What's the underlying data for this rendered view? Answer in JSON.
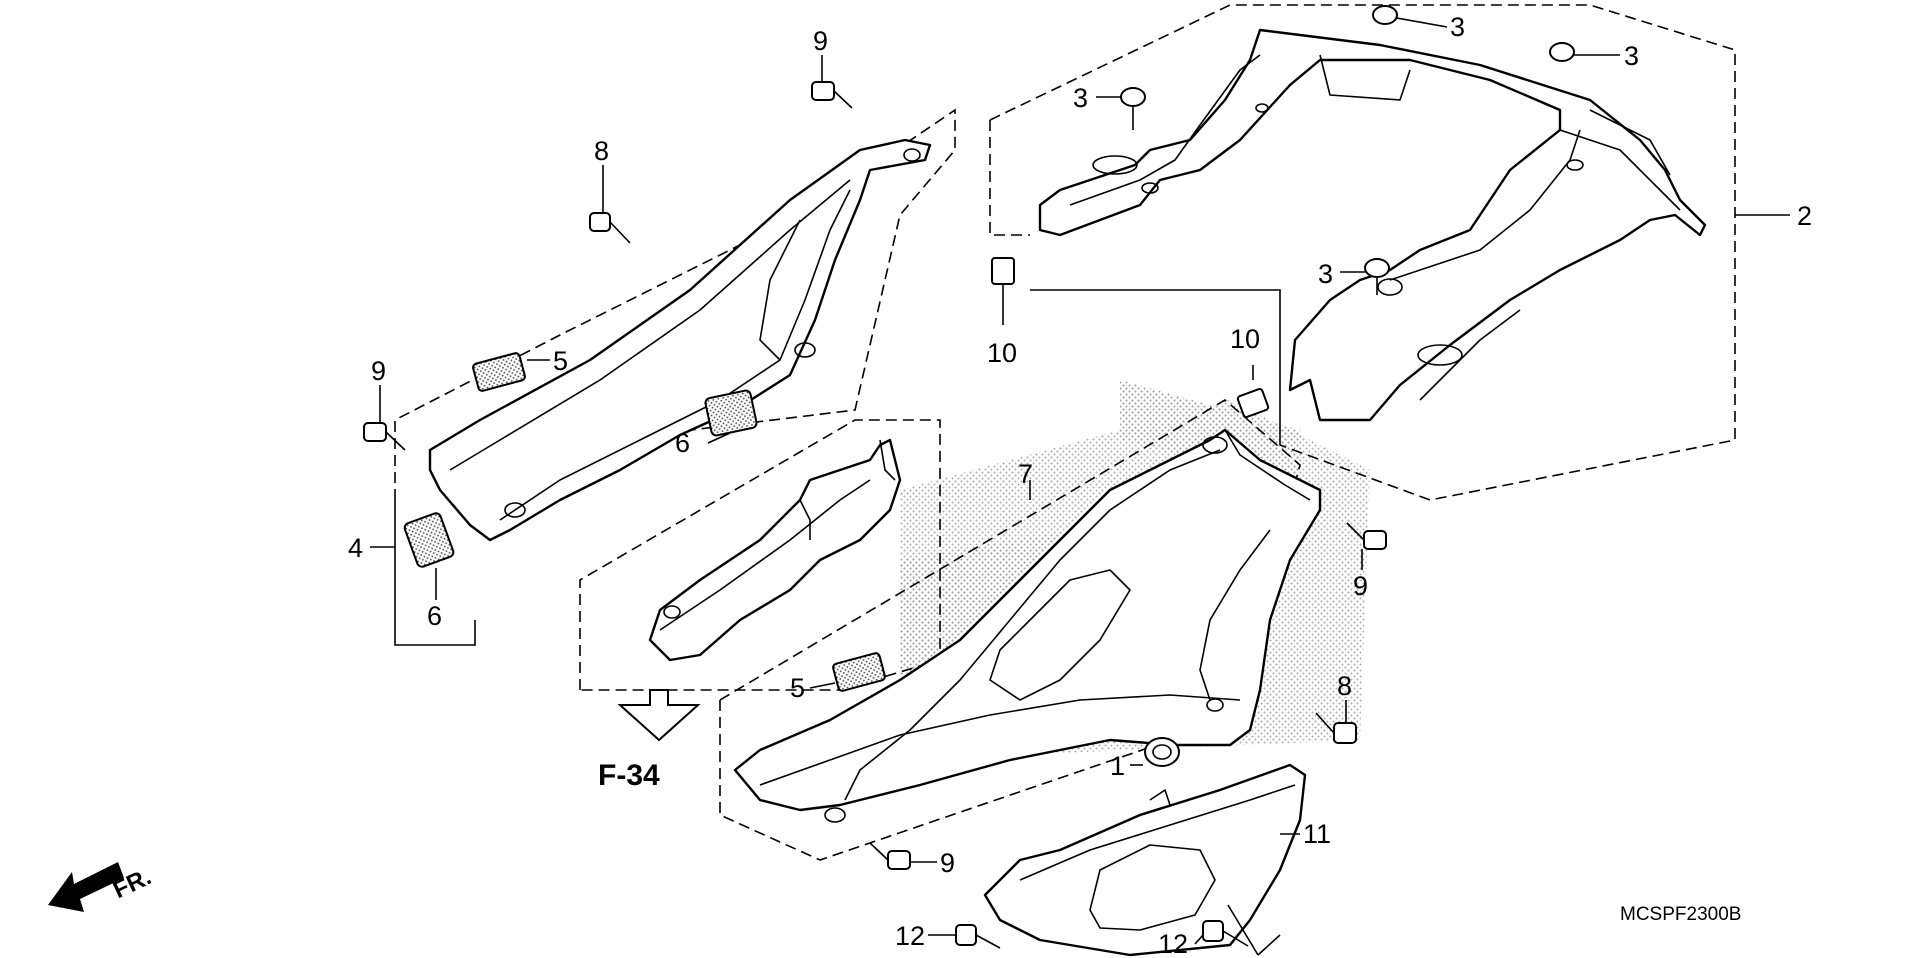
{
  "diagram": {
    "drawing_code": "MCSPF2300B",
    "reference": "F-34",
    "front_label": "FR.",
    "callouts": [
      {
        "id": "c1",
        "label": "1"
      },
      {
        "id": "c2",
        "label": "2"
      },
      {
        "id": "c3a",
        "label": "3"
      },
      {
        "id": "c3b",
        "label": "3"
      },
      {
        "id": "c3c",
        "label": "3"
      },
      {
        "id": "c3d",
        "label": "3"
      },
      {
        "id": "c4",
        "label": "4"
      },
      {
        "id": "c5a",
        "label": "5"
      },
      {
        "id": "c5b",
        "label": "5"
      },
      {
        "id": "c6a",
        "label": "6"
      },
      {
        "id": "c6b",
        "label": "6"
      },
      {
        "id": "c7",
        "label": "7"
      },
      {
        "id": "c8a",
        "label": "8"
      },
      {
        "id": "c8b",
        "label": "8"
      },
      {
        "id": "c9a",
        "label": "9"
      },
      {
        "id": "c9b",
        "label": "9"
      },
      {
        "id": "c9c",
        "label": "9"
      },
      {
        "id": "c9d",
        "label": "9"
      },
      {
        "id": "c10a",
        "label": "10"
      },
      {
        "id": "c10b",
        "label": "10"
      },
      {
        "id": "c11",
        "label": "11"
      },
      {
        "id": "c12a",
        "label": "12"
      },
      {
        "id": "c12b",
        "label": "12"
      }
    ]
  }
}
